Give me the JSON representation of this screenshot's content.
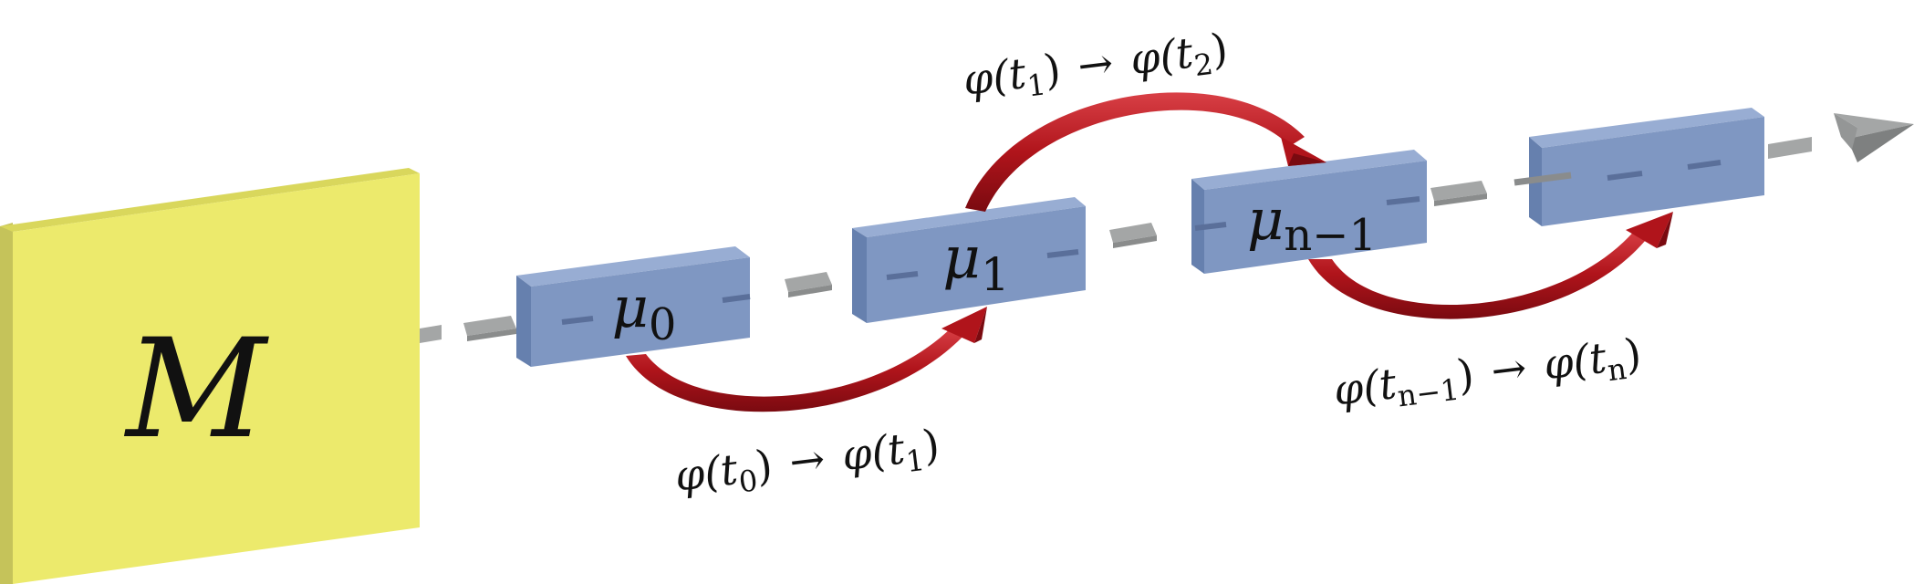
{
  "manifold": {
    "symbol": "M"
  },
  "blocks": [
    {
      "symbol": "μ",
      "sub": "0"
    },
    {
      "symbol": "μ",
      "sub": "1"
    },
    {
      "symbol": "μ",
      "sub": "n−1"
    },
    {
      "symbol": "",
      "sub": ""
    }
  ],
  "transitions": [
    {
      "from_sym": "φ(t",
      "from_sub": "0",
      "arrow": "→",
      "to_sym": "φ(t",
      "to_sub": "1",
      "close": ")"
    },
    {
      "from_sym": "φ(t",
      "from_sub": "1",
      "arrow": "→",
      "to_sym": "φ(t",
      "to_sub": "2",
      "close": ")"
    },
    {
      "from_sym": "φ(t",
      "from_sub": "n−1",
      "arrow": "→",
      "to_sym": "φ(t",
      "to_sub": "n",
      "close": ")"
    }
  ],
  "colors": {
    "manifold_front": "#ECEA6C",
    "manifold_top": "#D9D75C",
    "manifold_side": "#C5C35A",
    "block_front": "#7F97C2",
    "block_top": "#98ADD3",
    "block_side": "#6680AE",
    "block_dash": "#5A6F9A",
    "connector": "#A4A6A6",
    "connector_dark": "#8A8C8C",
    "arrow": "#B0141B",
    "arrow_dark": "#7A0A10",
    "arrow_light": "#D94046"
  }
}
